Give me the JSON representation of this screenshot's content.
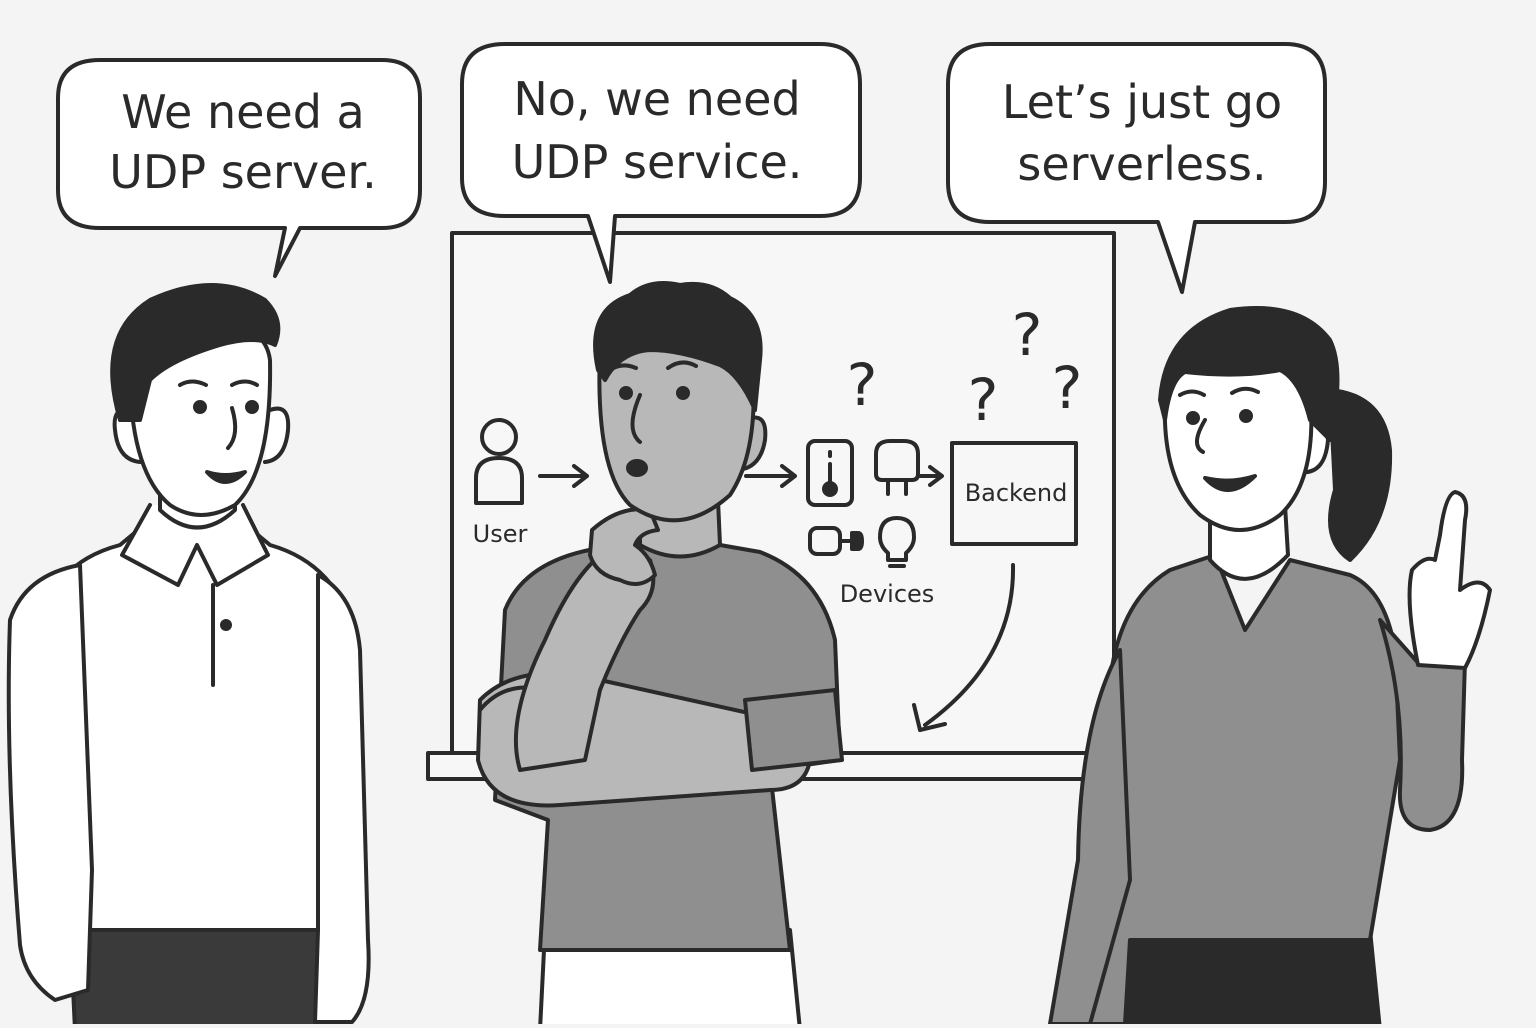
{
  "bubbles": {
    "left": {
      "line1": "We need a",
      "line2": "UDP server."
    },
    "middle": {
      "line1": "No, we need",
      "line2": "UDP service."
    },
    "right": {
      "line1": "Let’s just go",
      "line2": "serverless."
    }
  },
  "whiteboard": {
    "user_label": "User",
    "backend_label": "Backend",
    "devices_label": "Devices",
    "question_mark": "?"
  },
  "colors": {
    "background": "#f4f4f4",
    "ink": "#2a2a2a",
    "shirt_gray": "#8f8f8f",
    "skin_gray": "#b8b8b8",
    "white": "#ffffff"
  }
}
